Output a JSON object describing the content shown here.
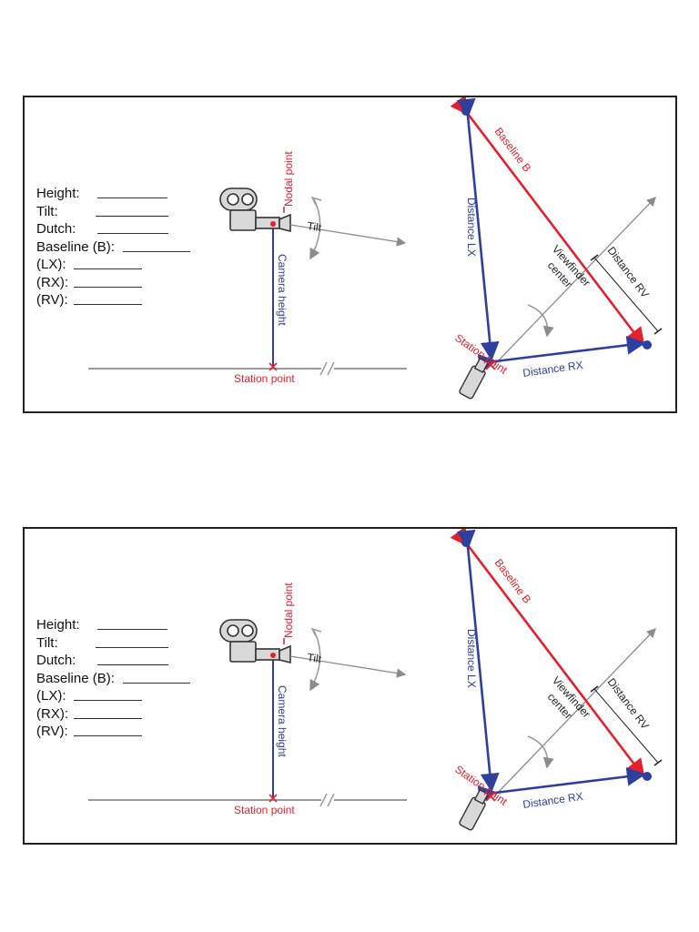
{
  "fields": [
    {
      "label": "Height:"
    },
    {
      "label": "Tilt:"
    },
    {
      "label": "Dutch:"
    },
    {
      "label": "Baseline (B):"
    },
    {
      "label": "(LX):"
    },
    {
      "label": "(RX):"
    },
    {
      "label": "(RV):"
    }
  ],
  "diagram": {
    "nodal_point": "Nodal point",
    "tilt": "Tilt",
    "camera_height": "Camera height",
    "station_point": "Station point",
    "baseline": "Baseline B",
    "distance_lx": "Distance LX",
    "distance_rx": "Distance RX",
    "distance_rv": "Distance RV",
    "viewfinder_center": "Viewfinder center",
    "station_point_right": "Station point"
  },
  "colors": {
    "red": "#e5202e",
    "blue": "#2e3f9d",
    "gray": "#8c8c8c"
  },
  "icons": [
    "camera-icon",
    "rotation-arrow-icon",
    "station-camera-icon"
  ]
}
